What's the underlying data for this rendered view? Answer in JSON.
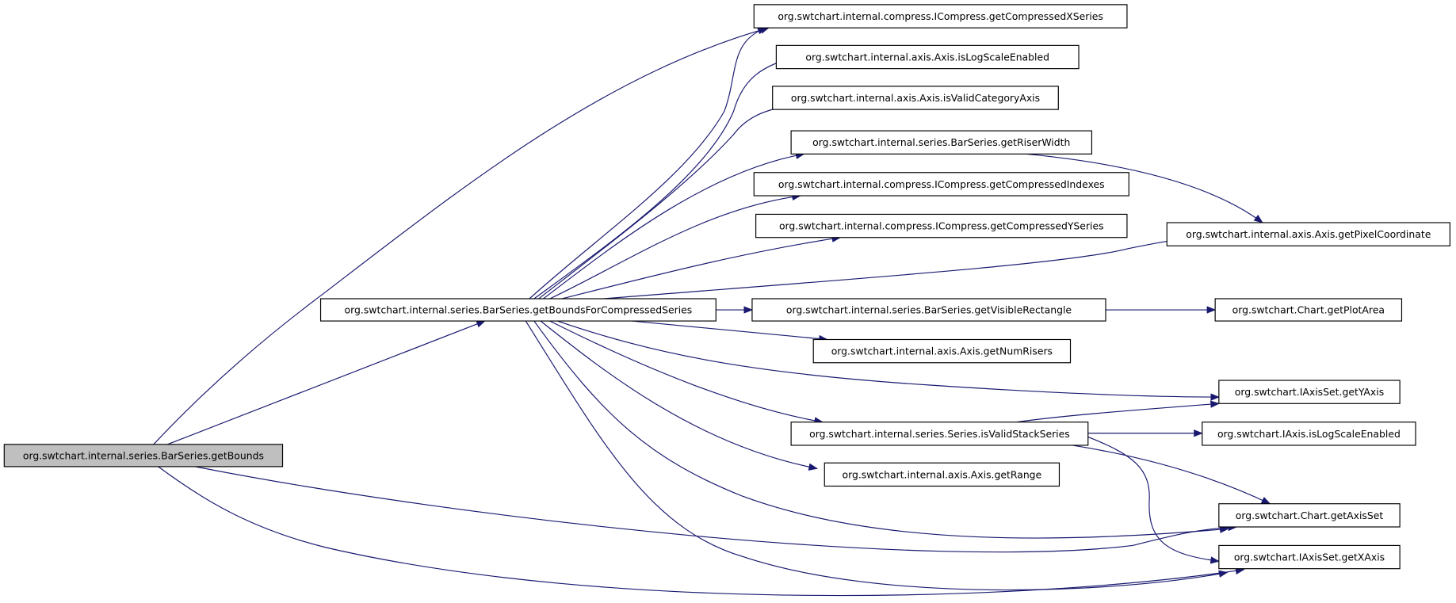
{
  "graph": {
    "edge_color": "#191970",
    "root_fill": "#bfbfbf",
    "nodes": [
      {
        "id": "getBounds",
        "label": "org.swtchart.internal.series.BarSeries.getBounds",
        "root": true
      },
      {
        "id": "getBoundsForCompressedSeries",
        "label": "org.swtchart.internal.series.BarSeries.getBoundsForCompressedSeries"
      },
      {
        "id": "getCompressedXSeries",
        "label": "org.swtchart.internal.compress.ICompress.getCompressedXSeries"
      },
      {
        "id": "axisIsLogScaleEnabled",
        "label": "org.swtchart.internal.axis.Axis.isLogScaleEnabled"
      },
      {
        "id": "isValidCategoryAxis",
        "label": "org.swtchart.internal.axis.Axis.isValidCategoryAxis"
      },
      {
        "id": "getRiserWidth",
        "label": "org.swtchart.internal.series.BarSeries.getRiserWidth"
      },
      {
        "id": "getCompressedIndexes",
        "label": "org.swtchart.internal.compress.ICompress.getCompressedIndexes"
      },
      {
        "id": "getCompressedYSeries",
        "label": "org.swtchart.internal.compress.ICompress.getCompressedYSeries"
      },
      {
        "id": "getPixelCoordinate",
        "label": "org.swtchart.internal.axis.Axis.getPixelCoordinate"
      },
      {
        "id": "getVisibleRectangle",
        "label": "org.swtchart.internal.series.BarSeries.getVisibleRectangle"
      },
      {
        "id": "getPlotArea",
        "label": "org.swtchart.Chart.getPlotArea"
      },
      {
        "id": "getNumRisers",
        "label": "org.swtchart.internal.axis.Axis.getNumRisers"
      },
      {
        "id": "getYAxis",
        "label": "org.swtchart.IAxisSet.getYAxis"
      },
      {
        "id": "isValidStackSeries",
        "label": "org.swtchart.internal.series.Series.isValidStackSeries"
      },
      {
        "id": "iaxisIsLogScaleEnabled",
        "label": "org.swtchart.IAxis.isLogScaleEnabled"
      },
      {
        "id": "getRange",
        "label": "org.swtchart.internal.axis.Axis.getRange"
      },
      {
        "id": "getAxisSet",
        "label": "org.swtchart.Chart.getAxisSet"
      },
      {
        "id": "getXAxis",
        "label": "org.swtchart.IAxisSet.getXAxis"
      }
    ],
    "edges": [
      [
        "getBounds",
        "getCompressedXSeries"
      ],
      [
        "getBounds",
        "getBoundsForCompressedSeries"
      ],
      [
        "getBounds",
        "getAxisSet"
      ],
      [
        "getBounds",
        "getXAxis"
      ],
      [
        "getBoundsForCompressedSeries",
        "getCompressedXSeries"
      ],
      [
        "getBoundsForCompressedSeries",
        "axisIsLogScaleEnabled"
      ],
      [
        "getBoundsForCompressedSeries",
        "isValidCategoryAxis"
      ],
      [
        "getBoundsForCompressedSeries",
        "getRiserWidth"
      ],
      [
        "getBoundsForCompressedSeries",
        "getCompressedIndexes"
      ],
      [
        "getBoundsForCompressedSeries",
        "getCompressedYSeries"
      ],
      [
        "getBoundsForCompressedSeries",
        "getPixelCoordinate"
      ],
      [
        "getBoundsForCompressedSeries",
        "getVisibleRectangle"
      ],
      [
        "getBoundsForCompressedSeries",
        "getNumRisers"
      ],
      [
        "getBoundsForCompressedSeries",
        "getYAxis"
      ],
      [
        "getBoundsForCompressedSeries",
        "isValidStackSeries"
      ],
      [
        "getBoundsForCompressedSeries",
        "getRange"
      ],
      [
        "getBoundsForCompressedSeries",
        "getAxisSet"
      ],
      [
        "getBoundsForCompressedSeries",
        "getXAxis"
      ],
      [
        "getRiserWidth",
        "getPixelCoordinate"
      ],
      [
        "getVisibleRectangle",
        "getPlotArea"
      ],
      [
        "isValidStackSeries",
        "getYAxis"
      ],
      [
        "isValidStackSeries",
        "iaxisIsLogScaleEnabled"
      ],
      [
        "isValidStackSeries",
        "getAxisSet"
      ],
      [
        "isValidStackSeries",
        "getXAxis"
      ]
    ]
  }
}
